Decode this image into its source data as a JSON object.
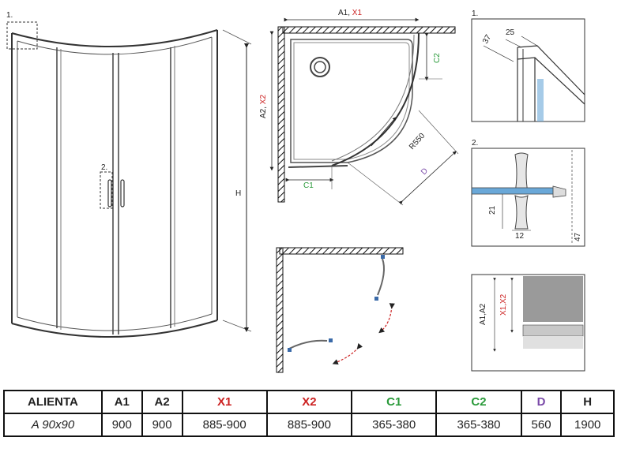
{
  "diagram": {
    "callout_1": "1.",
    "callout_2": "2.",
    "dim_a1_x1_a1": "A1, ",
    "dim_a1_x1_x1": "X1",
    "dim_a2_x2_a2": "A2, ",
    "dim_a2_x2_x2": "X2",
    "dim_h": "H",
    "dim_c1": "C1",
    "dim_c2": "C2",
    "dim_r550": "R550",
    "dim_d": "D",
    "detail1_title": "1.",
    "detail1_25": "25",
    "detail1_37": "37",
    "detail2_title": "2.",
    "detail2_21": "21",
    "detail2_12": "12",
    "detail2_47": "47",
    "detail3_a1a2": "A1,A2",
    "detail3_x1x2": "X1,X2"
  },
  "colors": {
    "red": "#cc2222",
    "green": "#2a9a3a",
    "purple": "#7a4aa8",
    "glass_blue": "#6aa8d8"
  },
  "table": {
    "headers": [
      "ALIENTA",
      "A1",
      "A2",
      "X1",
      "X2",
      "C1",
      "C2",
      "D",
      "H"
    ],
    "row": [
      "A 90x90",
      "900",
      "900",
      "885-900",
      "885-900",
      "365-380",
      "365-380",
      "560",
      "1900"
    ]
  }
}
